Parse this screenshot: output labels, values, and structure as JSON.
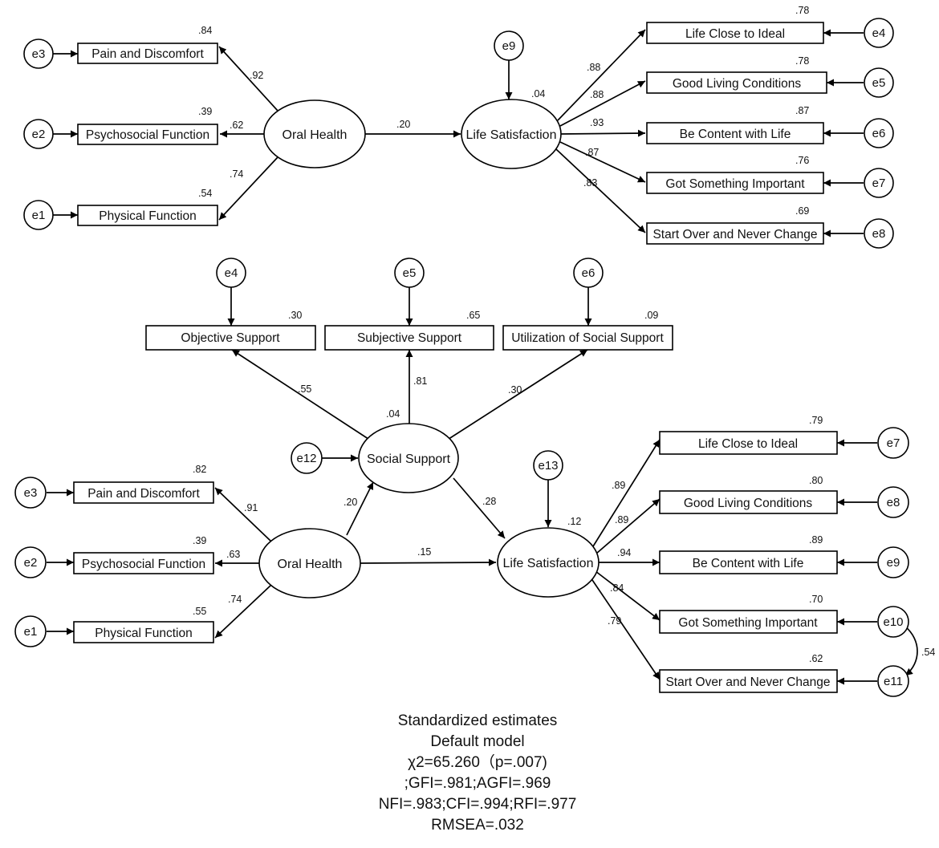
{
  "model1": {
    "oral_health": "Oral Health",
    "life_satisfaction": "Life Satisfaction",
    "life_satisfaction_r2": ".04",
    "path_oh_ls": ".20",
    "oh_indicators": [
      {
        "label": "Pain and Discomfort",
        "error": "e3",
        "loading": ".92",
        "r2": ".84"
      },
      {
        "label": "Psychosocial Function",
        "error": "e2",
        "loading": ".62",
        "r2": ".39"
      },
      {
        "label": "Physical Function",
        "error": "e1",
        "loading": ".74",
        "r2": ".54"
      }
    ],
    "ls_error": "e9",
    "ls_indicators": [
      {
        "label": "Life Close to Ideal",
        "error": "e4",
        "loading": ".88",
        "r2": ".78"
      },
      {
        "label": "Good Living Conditions",
        "error": "e5",
        "loading": ".88",
        "r2": ".78"
      },
      {
        "label": "Be Content with Life",
        "error": "e6",
        "loading": ".93",
        "r2": ".87"
      },
      {
        "label": "Got Something Important",
        "error": "e7",
        "loading": ".87",
        "r2": ".76"
      },
      {
        "label": "Start Over and Never Change",
        "error": "e8",
        "loading": ".83",
        "r2": ".69"
      }
    ]
  },
  "model2": {
    "social_support": "Social Support",
    "social_support_r2": ".04",
    "social_support_error": "e12",
    "ss_indicators": [
      {
        "label": "Objective Support",
        "error": "e4",
        "loading": ".55",
        "r2": ".30"
      },
      {
        "label": "Subjective Support",
        "error": "e5",
        "loading": ".81",
        "r2": ".65"
      },
      {
        "label": "Utilization of Social Support",
        "error": "e6",
        "loading": ".30",
        "r2": ".09"
      }
    ],
    "oral_health": "Oral Health",
    "oh_indicators": [
      {
        "label": "Pain and Discomfort",
        "error": "e3",
        "loading": ".91",
        "r2": ".82"
      },
      {
        "label": "Psychosocial Function",
        "error": "e2",
        "loading": ".63",
        "r2": ".39"
      },
      {
        "label": "Physical Function",
        "error": "e1",
        "loading": ".74",
        "r2": ".55"
      }
    ],
    "path_oh_ss": ".20",
    "path_ss_ls": ".28",
    "path_oh_ls": ".15",
    "life_satisfaction": "Life Satisfaction",
    "life_satisfaction_r2": ".12",
    "ls_error": "e13",
    "ls_indicators": [
      {
        "label": "Life Close to Ideal",
        "error": "e7",
        "loading": ".89",
        "r2": ".79"
      },
      {
        "label": "Good Living Conditions",
        "error": "e8",
        "loading": ".89",
        "r2": ".80"
      },
      {
        "label": "Be Content with Life",
        "error": "e9",
        "loading": ".94",
        "r2": ".89"
      },
      {
        "label": "Got Something Important",
        "error": "e10",
        "loading": ".84",
        "r2": ".70"
      },
      {
        "label": "Start Over and Never Change",
        "error": "e11",
        "loading": ".79",
        "r2": ".62"
      }
    ],
    "error_covariance": ".54"
  },
  "fit": {
    "line1": "Standardized estimates",
    "line2": "Default model",
    "line3": "χ2=65.260（p=.007)",
    "line4": ";GFI=.981;AGFI=.969",
    "line5": "NFI=.983;CFI=.994;RFI=.977",
    "line6": "RMSEA=.032"
  }
}
